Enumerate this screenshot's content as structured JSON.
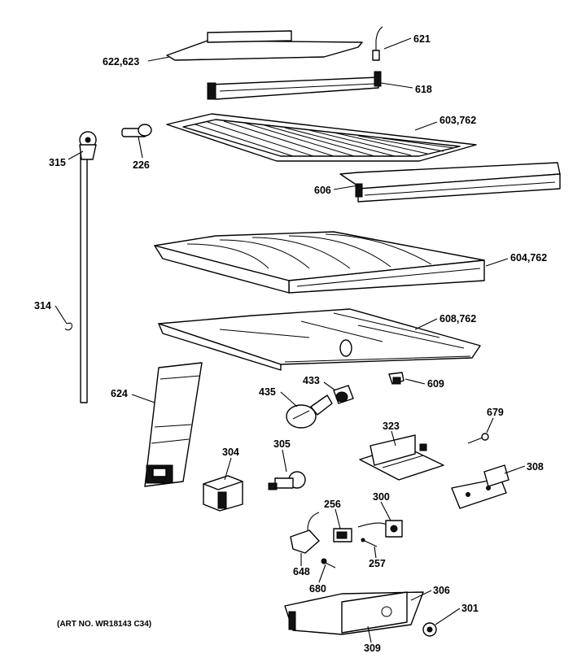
{
  "art_number": "(ART NO. WR18143 C34)",
  "labels": {
    "621": "621",
    "622_623": "622,623",
    "618": "618",
    "603_762": "603,762",
    "315": "315",
    "226": "226",
    "606": "606",
    "604_762": "604,762",
    "314": "314",
    "608_762": "608,762",
    "433": "433",
    "609": "609",
    "435": "435",
    "624": "624",
    "679": "679",
    "323": "323",
    "304": "304",
    "305": "305",
    "308": "308",
    "256": "256",
    "300": "300",
    "257": "257",
    "648": "648",
    "680": "680",
    "306": "306",
    "301": "301",
    "309": "309"
  }
}
